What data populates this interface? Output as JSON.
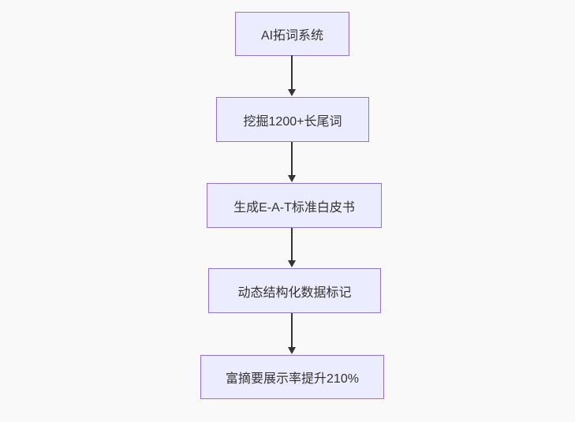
{
  "diagram": {
    "type": "flowchart-top-down",
    "nodes": [
      {
        "label": "AI拓词系统"
      },
      {
        "label": "挖掘1200+长尾词"
      },
      {
        "label": "生成E-A-T标准白皮书"
      },
      {
        "label": "动态结构化数据标记"
      },
      {
        "label": "富摘要展示率提升210%"
      }
    ],
    "edges": [
      {
        "from": "AI拓词系统",
        "to": "挖掘1200+长尾词"
      },
      {
        "from": "挖掘1200+长尾词",
        "to": "生成E-A-T标准白皮书"
      },
      {
        "from": "生成E-A-T标准白皮书",
        "to": "动态结构化数据标记"
      },
      {
        "from": "动态结构化数据标记",
        "to": "富摘要展示率提升210%"
      }
    ],
    "colors": {
      "background": "#f9f9f9",
      "node_fill": "#ECECFF",
      "node_border": "#9370DB",
      "text": "#333333",
      "arrow": "#333333"
    }
  }
}
